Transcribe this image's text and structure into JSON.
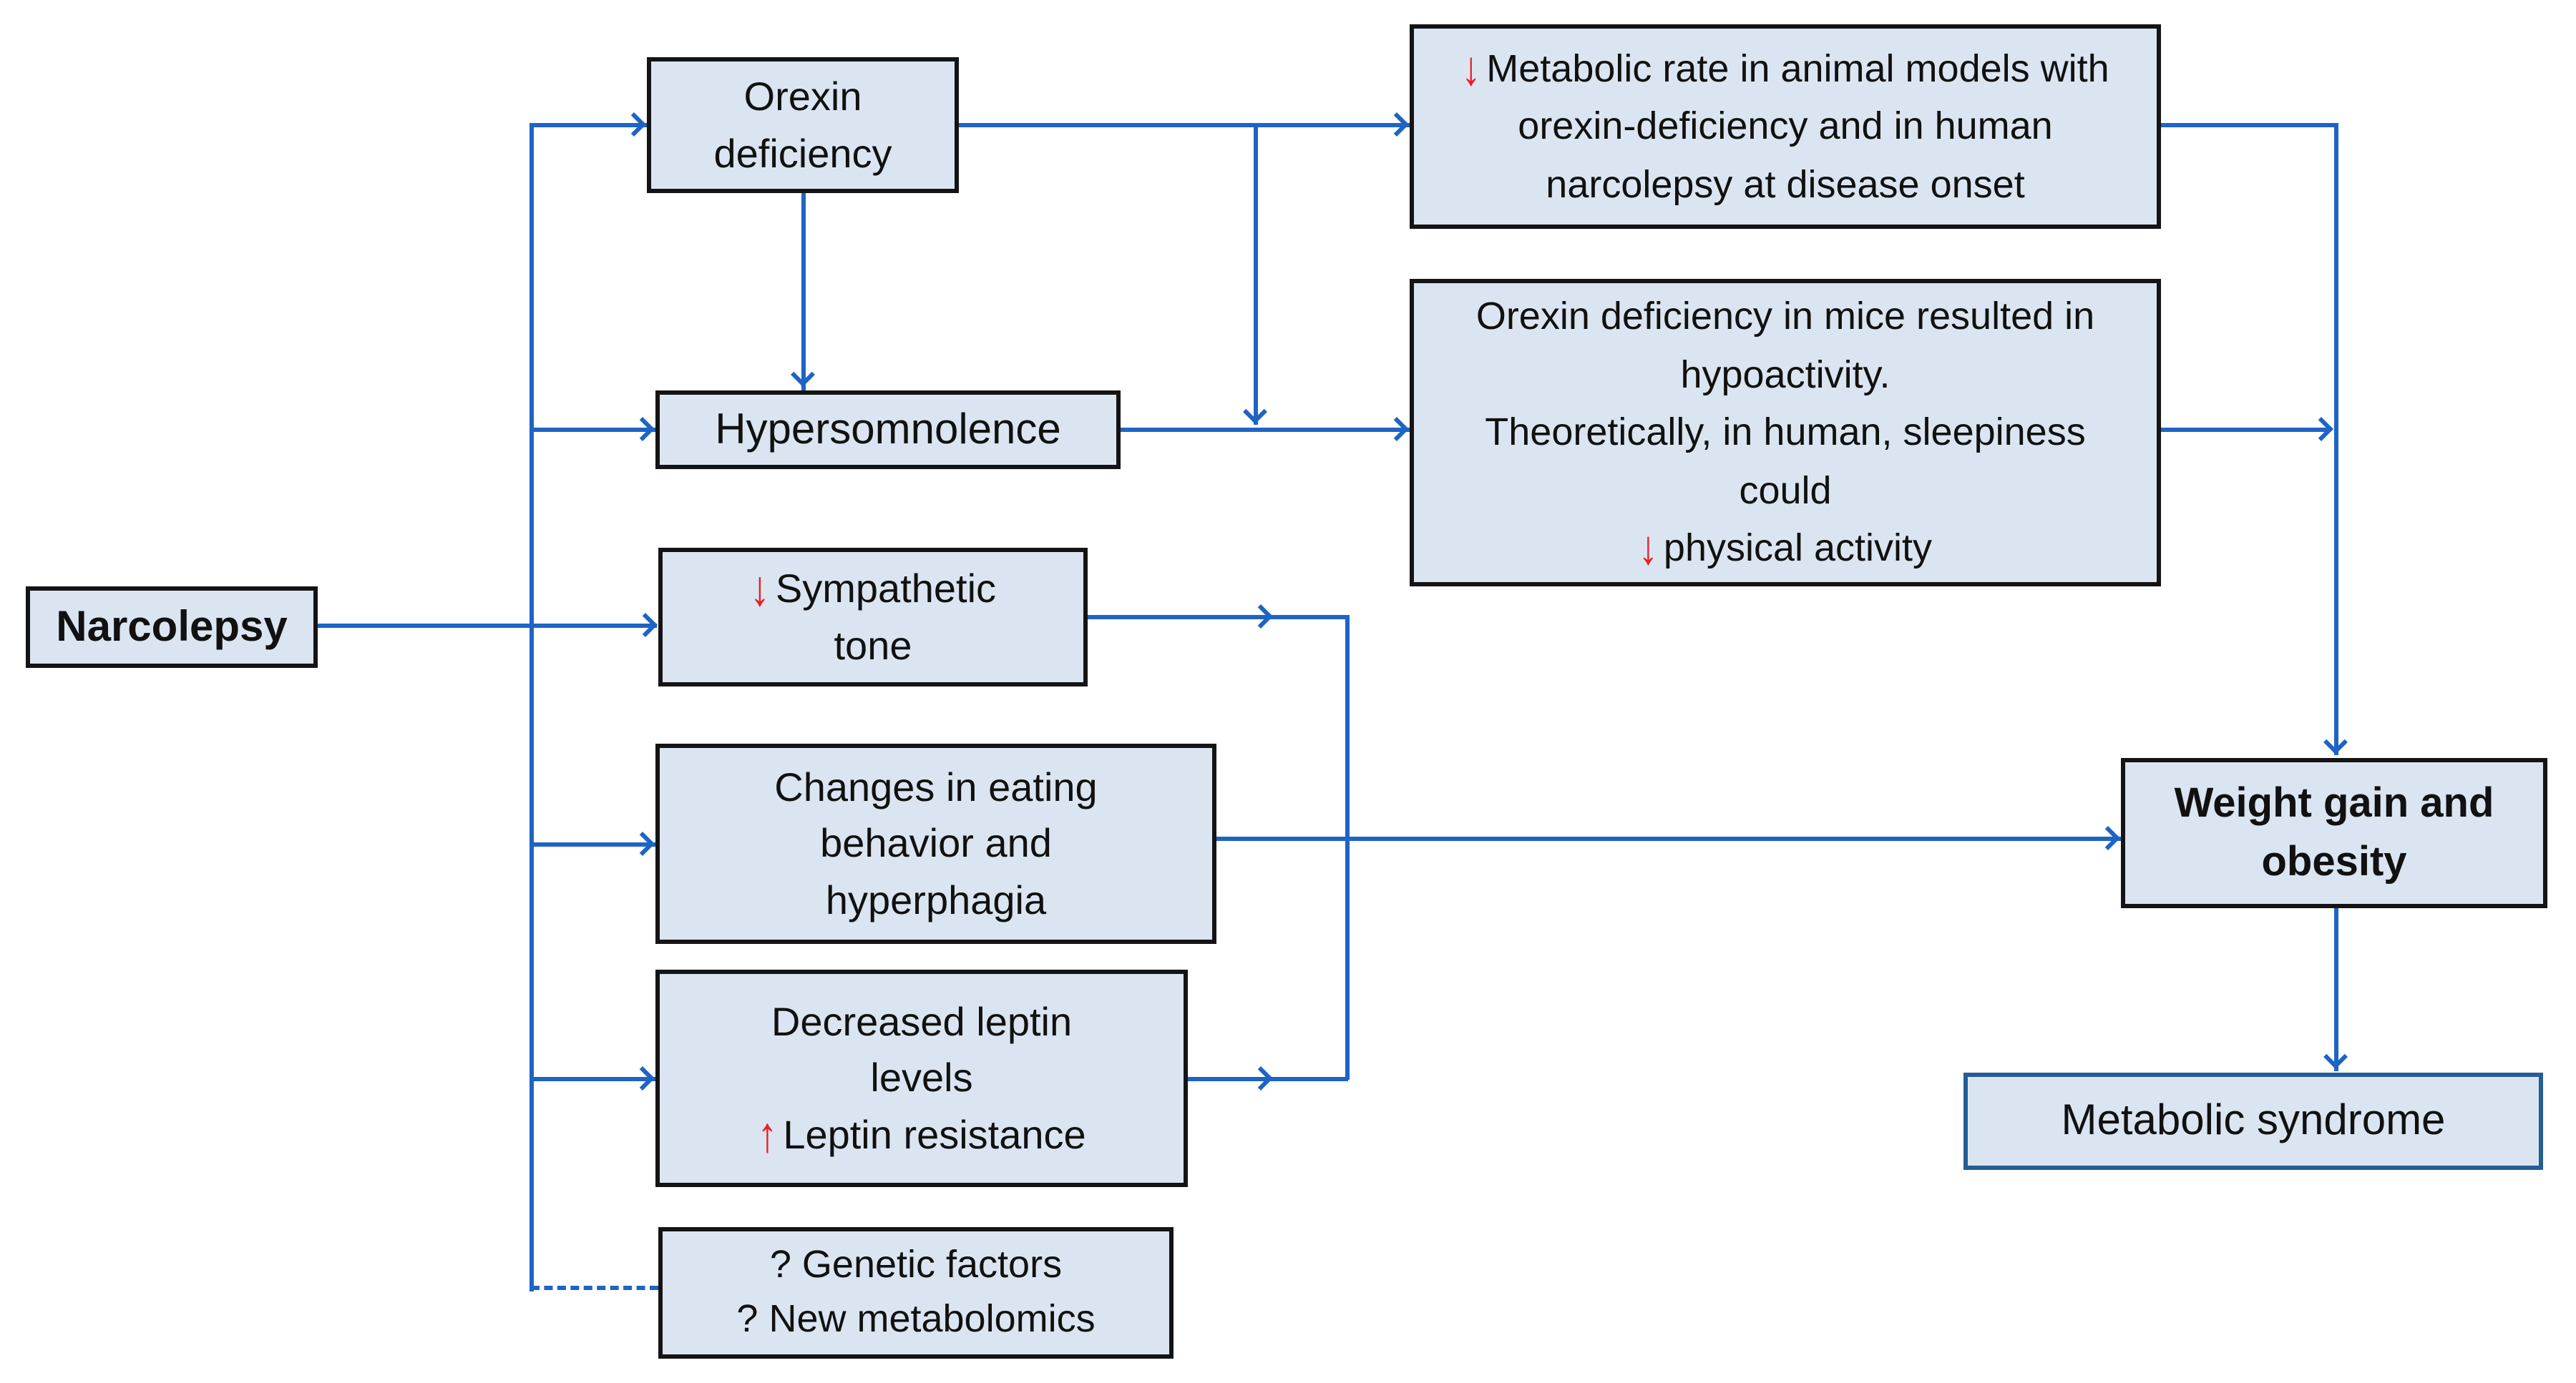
{
  "colors": {
    "line-blue": "#1e64c4",
    "box-fill": "#dbe5f1",
    "box-border": "#141414",
    "ms-border": "#255d94",
    "red-accent": "#ec1c24",
    "text-color": "#111111",
    "background": "#ffffff"
  },
  "nodes": {
    "narcolepsy": {
      "label": "Narcolepsy"
    },
    "orexin_deficiency": {
      "label": "Orexin deficiency"
    },
    "hypersomnolence": {
      "label": "Hypersomnolence"
    },
    "sympathetic_tone": {
      "arrow": "↓",
      "label": "Sympathetic tone"
    },
    "eating_behavior": {
      "label": "Changes in eating behavior and hyperphagia"
    },
    "leptin": {
      "line1": "Decreased leptin levels",
      "arrow": "↑",
      "line2": "Leptin resistance"
    },
    "genetic": {
      "line1": "? Genetic factors",
      "line2": "? New metabolomics"
    },
    "metabolic_rate": {
      "arrow": "↓",
      "label": "Metabolic rate in animal models with orexin-deficiency and in human narcolepsy at disease onset"
    },
    "mice_hypoactivity": {
      "line1": "Orexin deficiency in mice resulted in hypoactivity.",
      "line2": "Theoretically, in human, sleepiness could",
      "arrow": "↓",
      "line3": "physical activity"
    },
    "weight_gain": {
      "label": "Weight gain and obesity"
    },
    "metabolic_syndrome": {
      "label": "Metabolic syndrome"
    }
  }
}
